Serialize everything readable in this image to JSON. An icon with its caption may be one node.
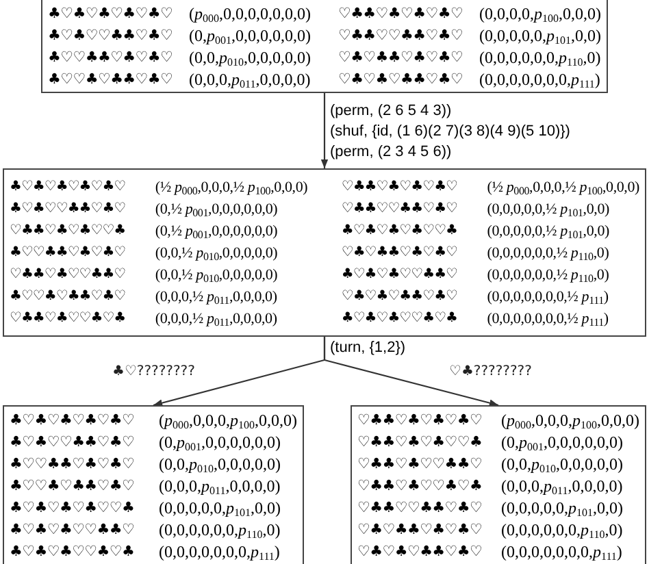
{
  "diagram": {
    "nodes": [
      {
        "text": [
          "♣♡♣♡♣♡♣♡♣♡",
          "(*p*$_{000}$,0,0,0,0,0,0,0)",
          "♡♣♣♡♣♡♣♡♣♡",
          "(0,0,0,0,*p*$_{100}$,0,0,0)",
          "♣♡♣♡♡♣♣♡♣♡",
          "(0,*p*$_{001}$,0,0,0,0,0,0)",
          "♡♣♣♡♡♣♣♡♣♡",
          "(0,0,0,0,0,*p*$_{101}$,0,0)",
          "♣♡♡♣♣♡♣♡♣♡",
          "(0,0,*p*$_{010}$,0,0,0,0,0)",
          "♡♣♡♣♣♡♣♡♣♡",
          "(0,0,0,0,0,0,*p*$_{110}$,0)",
          "♣♡♡♣♡♣♣♡♣♡",
          "(0,0,0,*p*$_{011}$,0,0,0,0)",
          "♡♣♡♣♡♣♣♡♣♡",
          "(0,0,0,0,0,0,0,*p*$_{111}$)"
        ]
      },
      {
        "text": [
          "♣♡♣♡♣♡♣♡♣♡",
          "(½ *p*$_{000}$,0,0,0,½ *p*$_{100}$,0,0,0)",
          "♡♣♣♡♣♡♣♡♣♡",
          "(½ *p*$_{000}$,0,0,0,½ *p*$_{100}$,0,0,0)",
          "♣♡♣♡♡♣♣♡♣♡",
          "(0,½ *p*$_{001}$,0,0,0,0,0,0)",
          "♡♣♣♡♡♣♣♡♣♡",
          "(0,0,0,0,0,½ *p*$_{101}$,0,0)",
          "♡♣♣♡♣♡♣♡♡♣",
          "(0,½ *p*$_{001}$,0,0,0,0,0,0)",
          "♣♡♣♡♣♡♣♡♡♣",
          "(0,0,0,0,0,½ *p*$_{101}$,0,0)",
          "♣♡♡♣♣♡♣♡♣♡",
          "(0,0,½ *p*$_{010}$,0,0,0,0,0)",
          "♡♣♡♣♣♡♣♡♣♡",
          "(0,0,0,0,0,0,½ *p*$_{110}$,0)",
          "♡♣♣♡♣♡♡♣♣♡",
          "(0,0,½ *p*$_{010}$,0,0,0,0,0)",
          "♣♡♣♡♣♡♡♣♣♡",
          "(0,0,0,0,0,0,½ *p*$_{110}$,0)",
          "♣♡♡♣♡♣♣♡♣♡",
          "(0,0,0,½ *p*$_{011}$,0,0,0,0)",
          "♡♣♡♣♡♣♣♡♣♡",
          "(0,0,0,0,0,0,0,½ *p*$_{111}$)",
          "♡♣♣♡♣♡♡♣♡♣",
          "(0,0,0,½ *p*$_{011}$,0,0,0,0)",
          "♣♡♣♡♣♡♡♣♡♣",
          "(0,0,0,0,0,0,0,½ *p*$_{111}$)"
        ]
      },
      {
        "text": [
          "♣♡♣♡♣♡♣♡♣♡",
          "(*p*$_{000}$,0,0,0,*p*$_{100}$,0,0,0)",
          "♣♡♣♡♡♣♣♡♣♡",
          "(0,*p*$_{001}$,0,0,0,0,0,0)",
          "♣♡♡♣♣♡♣♡♣♡",
          "(0,0,*p*$_{010}$,0,0,0,0,0)",
          "♣♡♡♣♡♣♣♡♣♡",
          "(0,0,0,*p*$_{011}$,0,0,0,0)",
          "♣♡♣♡♣♡♣♡♡♣",
          "(0,0,0,0,0,*p*$_{101}$,0,0)",
          "♣♡♣♡♣♡♡♣♣♡",
          "(0,0,0,0,0,0,*p*$_{110}$,0)",
          "♣♡♣♡♣♡♡♣♡♣",
          "(0,0,0,0,0,0,0,*p*$_{111}$)"
        ]
      },
      {
        "text": [
          "♡♣♣♡♣♡♣♡♣♡",
          "(*p*$_{000}$,0,0,0,*p*$_{100}$,0,0,0)",
          "♡♣♣♡♣♡♣♡♡♣",
          "(0,*p*$_{001}$,0,0,0,0,0,0)",
          "♡♣♣♡♣♡♡♣♣♡",
          "(0,0,*p*$_{010}$,0,0,0,0,0)",
          "♡♣♣♡♣♡♡♣♡♣",
          "(0,0,0,*p*$_{011}$,0,0,0,0)",
          "♡♣♣♡♡♣♣♡♣♡",
          "(0,0,0,0,0,*p*$_{101}$,0,0)",
          "♡♣♡♣♣♡♣♡♣♡",
          "(0,0,0,0,0,0,*p*$_{110}$,0)",
          "♡♣♡♣♡♣♣♡♣♡",
          "(0,0,0,0,0,0,0,*p*$_{111}$)"
        ]
      }
    ],
    "edges": [
      {
        "from": 0,
        "to": 1,
        "arrow": "to",
        "label": "(perm, (2 6 5 4 3))"
      },
      {
        "from": 1,
        "to": 2,
        "arrow": "to",
        "label": "♣♡????????"
      },
      {
        "from": 1,
        "to": 3,
        "arrow": "to",
        "label": "♡♣????????"
      }
    ],
    "labels": [
      "(shuf, {id, (1 6)(2 7)(3 8)(4 9)(5 10)})",
      "(perm, (2 3 4 5 6))",
      "(turn, {1,2})"
    ]
  }
}
